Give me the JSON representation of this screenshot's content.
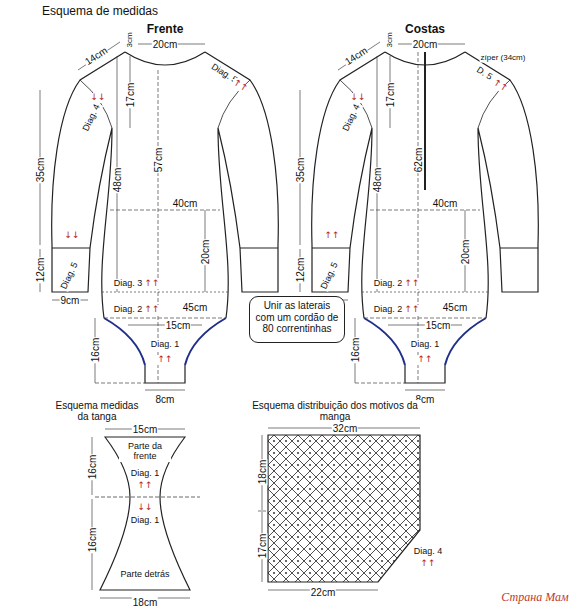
{
  "diagram": {
    "title": "Esquema de medidas",
    "nodes": [
      {
        "text": [
          "Unir as laterais com um cordão de 80 correntinhas"
        ]
      }
    ],
    "labels": [
      "Frente",
      "Costas",
      "20cm",
      "3cm",
      "14cm",
      "Diag. 5",
      "↑↑",
      "Diag. 4",
      "↓↓",
      "17cm",
      "48cm",
      "57cm",
      "35cm",
      "40cm",
      "20cm",
      "12cm",
      "Diag. 5",
      "↓↓",
      "9cm",
      "Diag. 3",
      "↑↑",
      "Diag. 2",
      "↑↑",
      "45cm",
      "15cm",
      "16cm",
      "Diag. 1",
      "↑↑",
      "8cm",
      "20cm",
      "zíper (34cm)",
      "3cm",
      "14cm",
      "D. 5",
      "↑↑",
      "Diag. 4",
      "↓↓",
      "17cm",
      "48cm",
      "62cm",
      "35cm",
      "40cm",
      "20cm",
      "12cm",
      "Diag. 5",
      "↑↑",
      "9cm",
      "Diag. 2",
      "↑↑",
      "Diag. 2",
      "↑↑",
      "45cm",
      "15cm",
      "16cm",
      "Diag. 1",
      "↑↑",
      "8cm",
      "Esquema medidas da tanga",
      "15cm",
      "16cm",
      "Parte da frente",
      "Diag. 1",
      "↑↑",
      "↓↓",
      "Diag. 1",
      "16cm",
      "Parte detrás",
      "18cm",
      "Esquema distribuição dos motivos da manga",
      "32cm",
      "18cm",
      "17cm",
      "Diag. 4",
      "↑↑",
      "22cm",
      "Страна Мам"
    ]
  }
}
